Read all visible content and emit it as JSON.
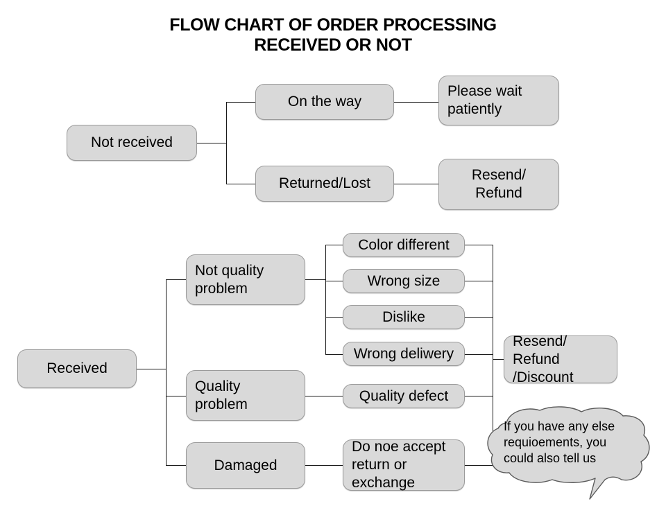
{
  "title": "FLOW CHART OF ORDER PROCESSING\nRECEIVED OR NOT",
  "colors": {
    "node_fill": "#D9D9D9",
    "node_border": "#9A9A9A",
    "connector": "#1A1A1A",
    "background": "#FFFFFF",
    "text": "#000000"
  },
  "branches": {
    "not_received": {
      "root": "Not received",
      "children": [
        {
          "label": "On the way",
          "outcome": "Please wait\npatiently"
        },
        {
          "label": "Returned/Lost",
          "outcome": "Resend/\nRefund"
        }
      ]
    },
    "received": {
      "root": "Received",
      "children": [
        {
          "label": "Not quality\nproblem",
          "reasons": [
            "Color different",
            "Wrong size",
            "Dislike",
            "Wrong deliwery"
          ]
        },
        {
          "label": "Quality\nproblem",
          "reasons": [
            "Quality defect"
          ]
        },
        {
          "label": "Damaged",
          "reasons": [
            "Do noe accept\nreturn or\nexchange"
          ]
        }
      ],
      "outcome": "Resend/ Refund\n/Discount"
    }
  },
  "callout": {
    "text": "If you have any else\nrequioements, you\ncould also tell us"
  }
}
